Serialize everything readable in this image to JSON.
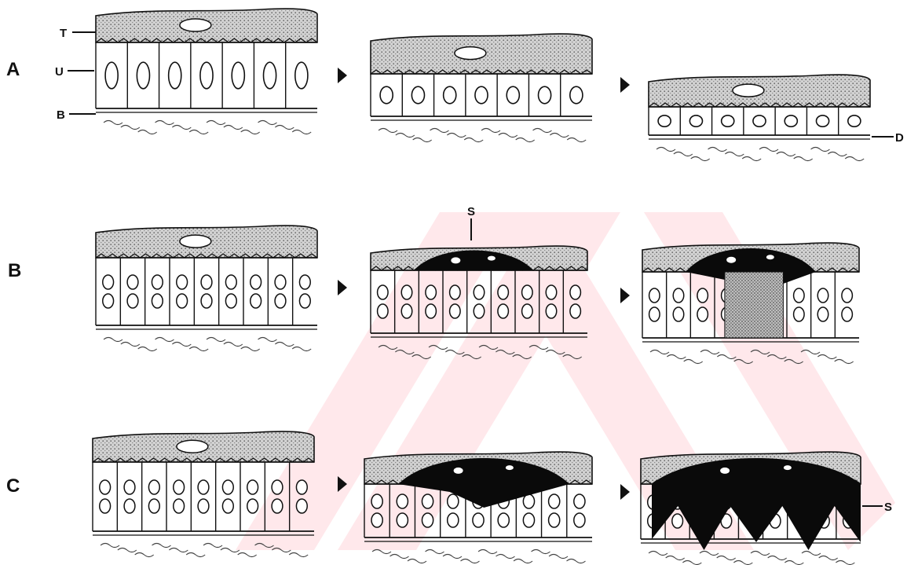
{
  "rows": [
    {
      "label": "A"
    },
    {
      "label": "B"
    },
    {
      "label": "C"
    }
  ],
  "labels": {
    "T": "T",
    "U": "U",
    "B": "B",
    "D": "D",
    "S1": "S",
    "S2": "S"
  },
  "colors": {
    "line": "#111111",
    "stipple": "#c8c8c8",
    "lesion": "#0a0a0a",
    "watermark": "#ffd6db"
  },
  "icons": {
    "arrow": "right-pointing-arrowhead"
  }
}
